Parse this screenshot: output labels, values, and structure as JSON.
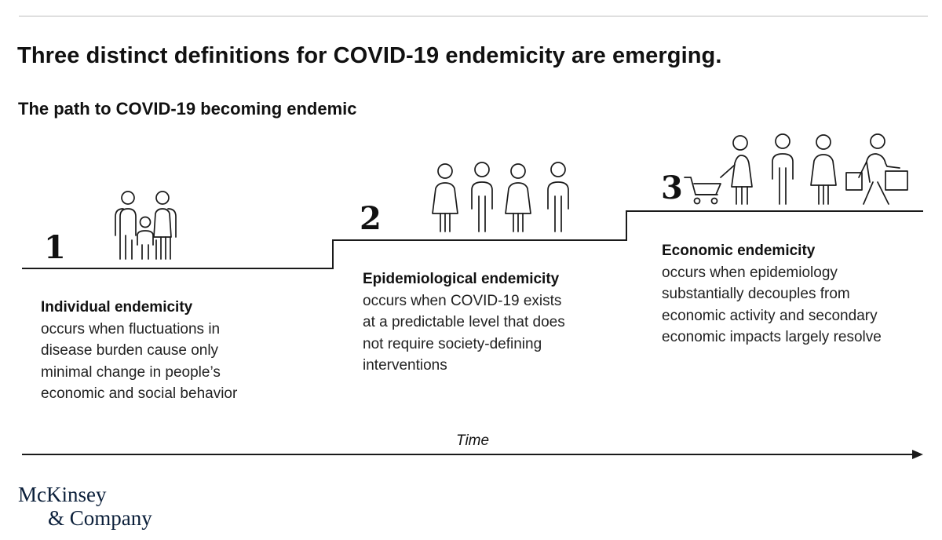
{
  "title": "Three distinct definitions for COVID-19 endemicity are emerging.",
  "subtitle": "The path to COVID-19 becoming endemic",
  "steps": [
    {
      "number": "1",
      "heading": "Individual endemicity",
      "lines": [
        "occurs when fluctuations in",
        "disease burden cause only",
        "minimal change in people’s",
        "economic and social behavior"
      ],
      "icon": "family-icon"
    },
    {
      "number": "2",
      "heading": "Epidemiological endemicity",
      "lines": [
        "occurs when COVID-19 exists",
        "at a predictable level that does",
        "not require society-defining",
        "interventions"
      ],
      "icon": "crowd-icon"
    },
    {
      "number": "3",
      "heading": "Economic endemicity",
      "lines": [
        "occurs when epidemiology",
        "substantially decouples from",
        "economic activity and secondary",
        "economic impacts largely resolve"
      ],
      "icon": "shoppers-icon"
    }
  ],
  "axis": {
    "label": "Time"
  },
  "logo": {
    "line1": "McKinsey",
    "line2": "& Company"
  },
  "colors": {
    "text": "#111111",
    "line": "#1a1a1a",
    "logo": "#0b1f3a",
    "rule": "#bdbdbd"
  }
}
